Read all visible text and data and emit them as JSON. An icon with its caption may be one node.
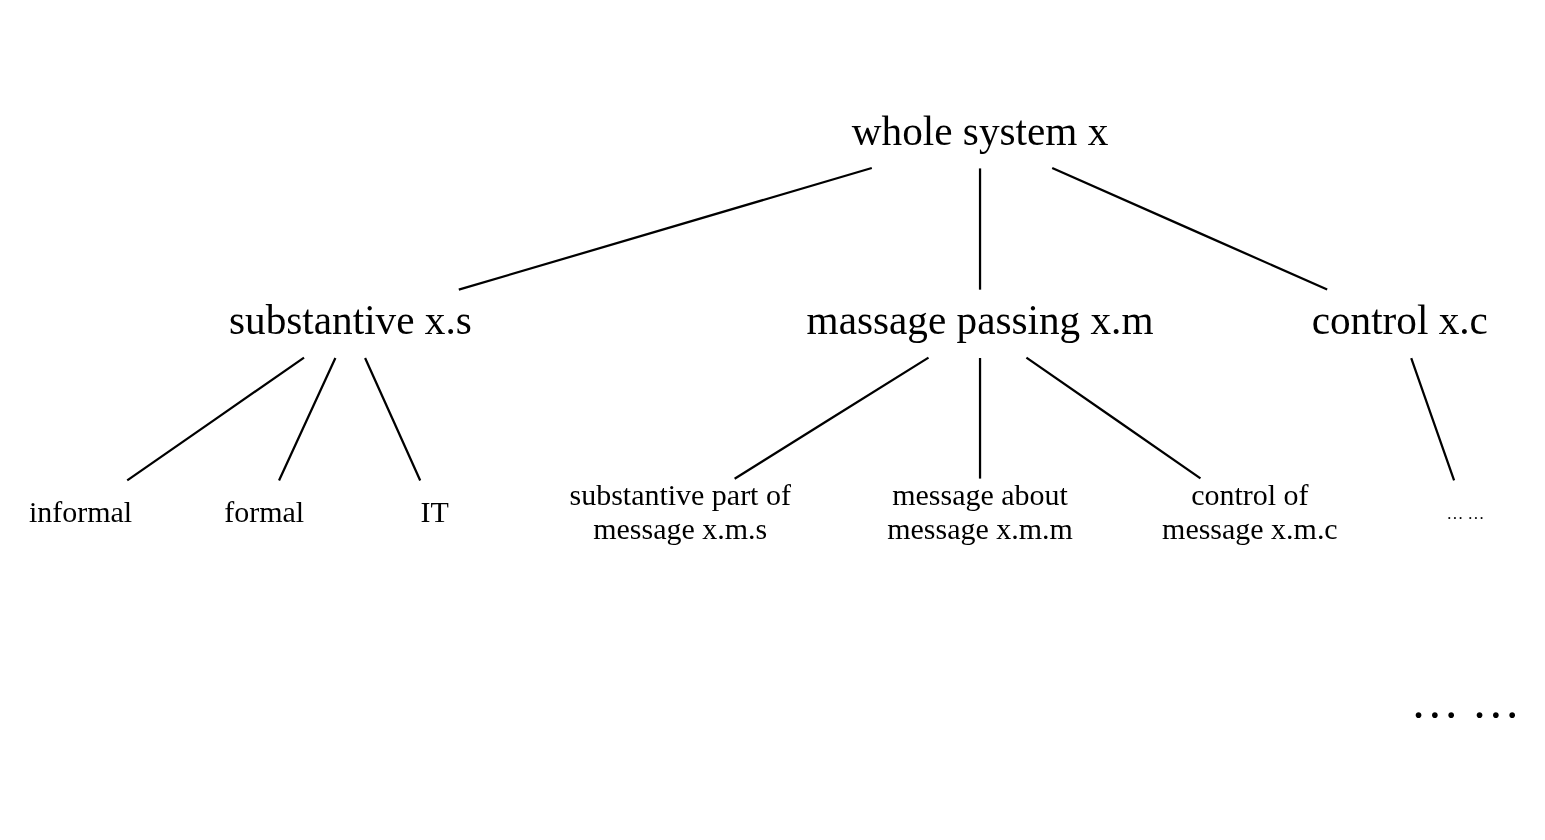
{
  "diagram": {
    "nodes": [
      {
        "text": [
          "whole system x"
        ]
      },
      {
        "text": [
          "substantive x.s"
        ]
      },
      {
        "text": [
          "massage passing x.m"
        ]
      },
      {
        "text": [
          "control x.c"
        ]
      },
      {
        "text": [
          "informal"
        ]
      },
      {
        "text": [
          "formal"
        ]
      },
      {
        "text": [
          "IT"
        ]
      },
      {
        "text": [
          "substantive part of message x.m.s"
        ]
      },
      {
        "text": [
          "message about message x.m.m"
        ]
      },
      {
        "text": [
          "control of message x.m.c"
        ]
      },
      {
        "text": [
          "… …"
        ]
      }
    ],
    "edges": [
      {
        "from": 0,
        "to": 1,
        "arrow": "none"
      },
      {
        "from": 0,
        "to": 2,
        "arrow": "none"
      },
      {
        "from": 0,
        "to": 3,
        "arrow": "none"
      },
      {
        "from": 1,
        "to": 4,
        "arrow": "none"
      },
      {
        "from": 1,
        "to": 5,
        "arrow": "none"
      },
      {
        "from": 1,
        "to": 6,
        "arrow": "none"
      },
      {
        "from": 2,
        "to": 7,
        "arrow": "none"
      },
      {
        "from": 2,
        "to": 8,
        "arrow": "none"
      },
      {
        "from": 2,
        "to": 9,
        "arrow": "none"
      },
      {
        "from": 3,
        "to": 10,
        "arrow": "none"
      }
    ],
    "labels": [
      "… …"
    ]
  }
}
